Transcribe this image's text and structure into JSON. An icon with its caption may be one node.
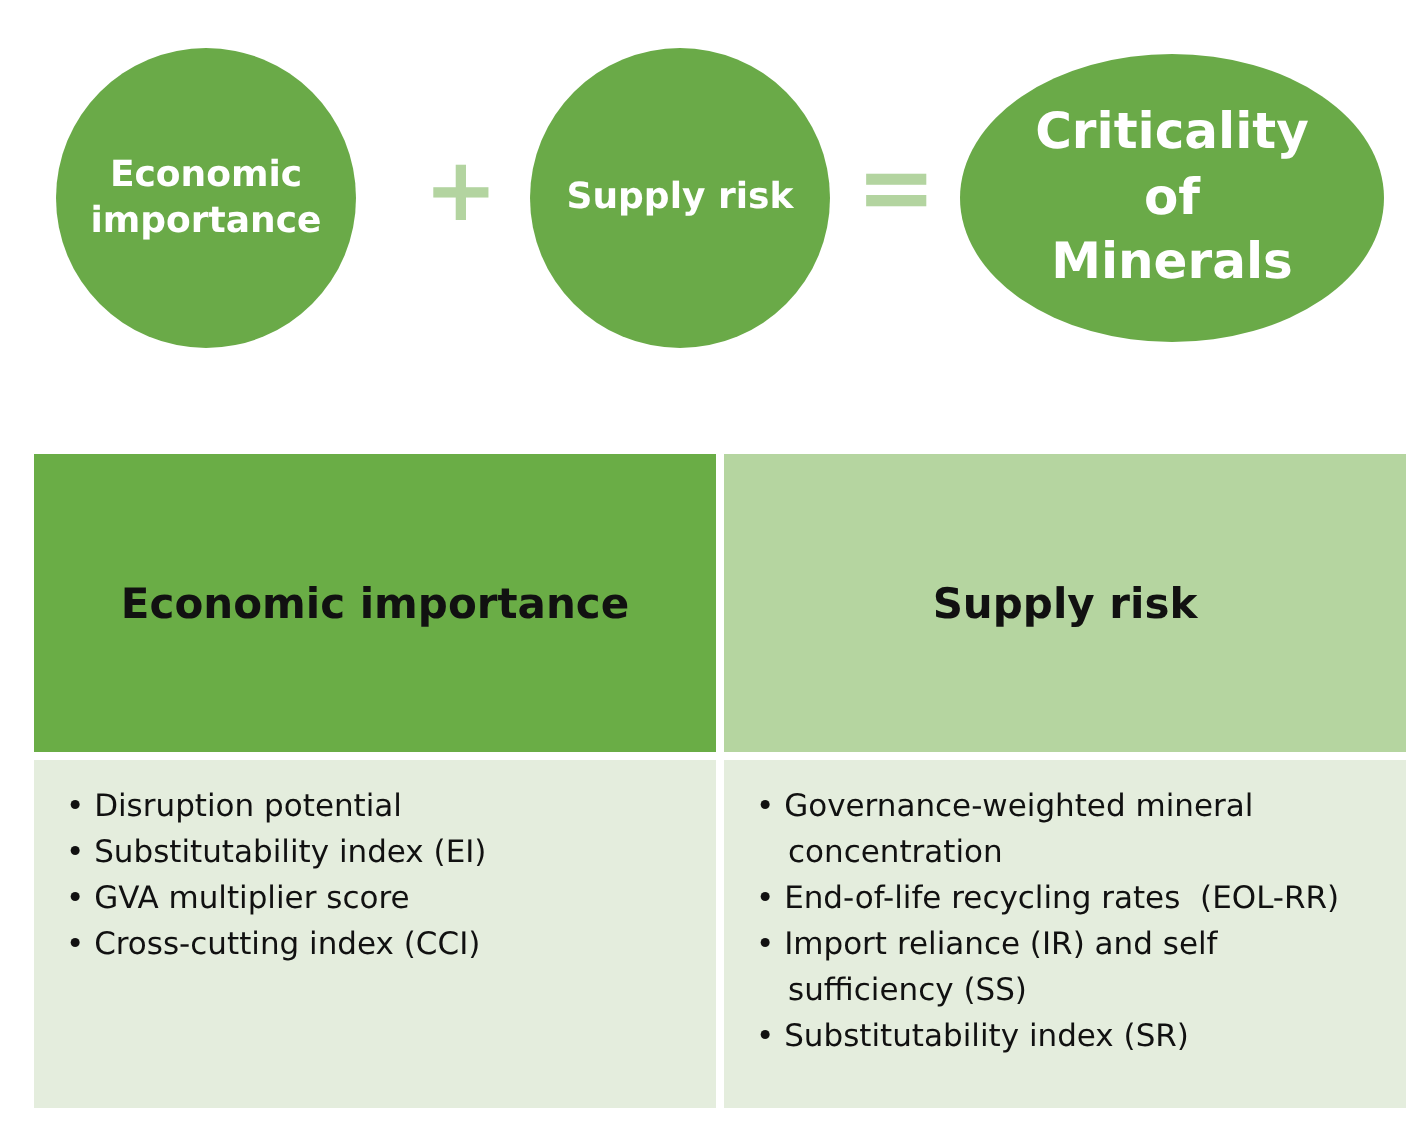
{
  "diagram": {
    "nodes": [
      {
        "text": [
          "Economic importance"
        ]
      },
      {
        "text": [
          "Supply risk"
        ]
      },
      {
        "text": [
          "Criticality of Minerals"
        ]
      },
      {
        "text": [
          "Economic importance"
        ]
      },
      {
        "text": [
          "Supply risk"
        ]
      },
      {
        "text": [
          "• Disruption potential",
          "• Substitutability index (EI)",
          "• GVA multiplier score",
          "• Cross-cutting index (CCI)"
        ]
      },
      {
        "text": [
          "• Governance-weighted mineral concentration",
          "• End-of-life recycling rates  (EOL-RR)",
          "• Import reliance (IR) and self sufficiency (SS)",
          "• Substitutability index (SR)"
        ]
      }
    ],
    "edges": [],
    "labels": [
      "+",
      "="
    ]
  }
}
